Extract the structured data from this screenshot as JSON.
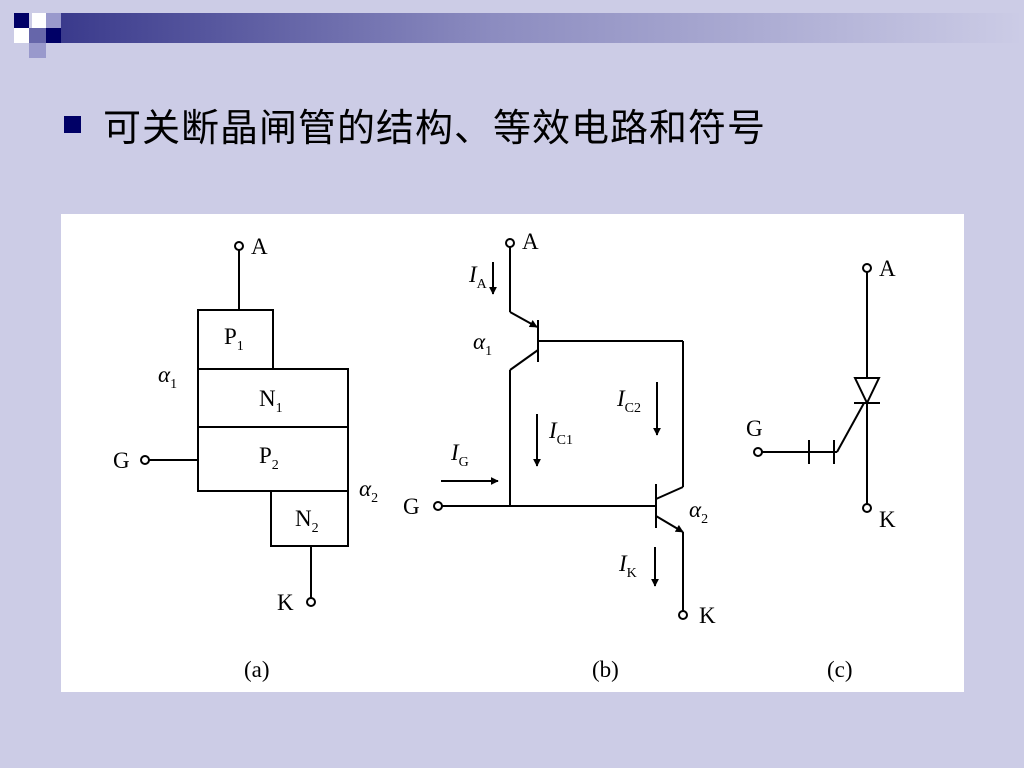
{
  "slide": {
    "title": "可关断晶闸管的结构、等效电路和符号",
    "colors": {
      "background": "#cccce6",
      "bullet": "#000066",
      "logo_dark": "#000066",
      "logo_mid": "#6666aa",
      "logo_light": "#9999cc"
    }
  },
  "figure": {
    "a": {
      "caption": "(a)",
      "terminal_anode": "A",
      "terminal_gate": "G",
      "terminal_cathode": "K",
      "alpha1": "α",
      "alpha1_sub": "1",
      "alpha2": "α",
      "alpha2_sub": "2",
      "layers": [
        {
          "main": "P",
          "sub": "1"
        },
        {
          "main": "N",
          "sub": "1"
        },
        {
          "main": "P",
          "sub": "2"
        },
        {
          "main": "N",
          "sub": "2"
        }
      ]
    },
    "b": {
      "caption": "(b)",
      "terminal_anode": "A",
      "terminal_gate": "G",
      "terminal_cathode": "K",
      "alpha1": "α",
      "alpha1_sub": "1",
      "alpha2": "α",
      "alpha2_sub": "2",
      "currents": {
        "ia": {
          "main": "I",
          "sub": "A"
        },
        "ic1": {
          "main": "I",
          "sub": "C1"
        },
        "ic2": {
          "main": "I",
          "sub": "C2"
        },
        "ig": {
          "main": "I",
          "sub": "G"
        },
        "ik": {
          "main": "I",
          "sub": "K"
        }
      }
    },
    "c": {
      "caption": "(c)",
      "terminal_anode": "A",
      "terminal_gate": "G",
      "terminal_cathode": "K"
    }
  }
}
